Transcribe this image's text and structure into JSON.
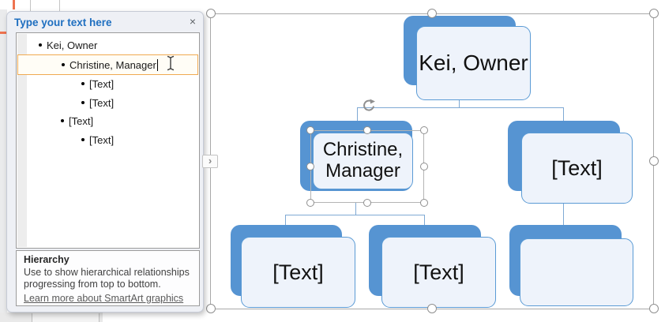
{
  "text_pane": {
    "title": "Type your text here",
    "items": [
      {
        "level": 1,
        "text": "Kei, Owner",
        "editing": false
      },
      {
        "level": 2,
        "text": "Christine, Manager",
        "editing": true
      },
      {
        "level": 3,
        "text": "[Text]",
        "editing": false
      },
      {
        "level": 3,
        "text": "[Text]",
        "editing": false
      },
      {
        "level": 2,
        "text": "[Text]",
        "editing": false
      },
      {
        "level": 3,
        "text": "[Text]",
        "editing": false
      }
    ],
    "info": {
      "heading": "Hierarchy",
      "description": "Use to show hierarchical relationships progressing from top to bottom.",
      "link_text": "Learn more about SmartArt graphics"
    }
  },
  "smartart": {
    "type": "organization-chart",
    "nodes": [
      {
        "id": "n1",
        "level": 1,
        "label": "Kei, Owner",
        "selected": false
      },
      {
        "id": "n2",
        "level": 2,
        "label": "Christine, Manager",
        "selected": true
      },
      {
        "id": "n3",
        "level": 2,
        "label": "[Text]",
        "selected": false
      },
      {
        "id": "n4",
        "level": 3,
        "label": "[Text]",
        "selected": false
      },
      {
        "id": "n5",
        "level": 3,
        "label": "[Text]",
        "selected": false
      },
      {
        "id": "n6",
        "level": 3,
        "label": "",
        "selected": false
      }
    ]
  },
  "icons": {
    "close": "×",
    "pane_toggle": "›"
  },
  "colors": {
    "node_blue": "#5694d2",
    "node_fill": "#eef3fb",
    "node_border": "#5b9bd5",
    "connector": "#7fa9d4",
    "pane_title_blue": "#1f6fc0",
    "highlight_border": "#f0aa51",
    "highlight_bg": "#fffdf6",
    "slide_accent_orange": "#ee7350"
  }
}
